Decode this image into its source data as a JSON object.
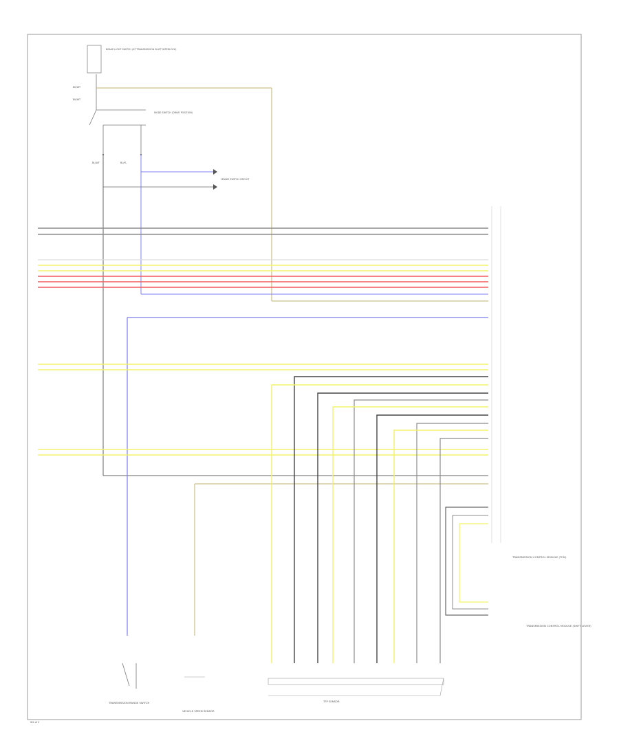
{
  "wire_colors": {
    "gray": "#8c8c8c",
    "yellow": "#f3f36a",
    "red": "#f25c5c",
    "blue": "#7c7cf0",
    "tan": "#c9c08a",
    "dark": "#444444",
    "black": "#666666"
  },
  "captions": {
    "top_switch": "BRAKE LIGHT SWITCH (AT TRANSMISSION SHIFT INTERLOCK)",
    "mode_switch": "MODE SWITCH (DRIVE POSITION)",
    "right_relay": "BRAKE SWITCH CIRCUIT",
    "module": "TRANSMISSION CONTROL MODULE (TCM)",
    "module_bottom": "TRANSMISSION CONTROL MODULE (SHIFT LEVER)",
    "vss": "VEHICLE SPEED SENSOR",
    "tfp": "TFP SENSOR",
    "sw_bottom": "TRANSMISSION RANGE SWITCH",
    "page_ref": "W2 of 2"
  },
  "labels": {
    "wire_bk_wt": "BK/WT",
    "wire_bl_wt": "BL/WT",
    "wire_bl_yl": "BL/YL"
  }
}
